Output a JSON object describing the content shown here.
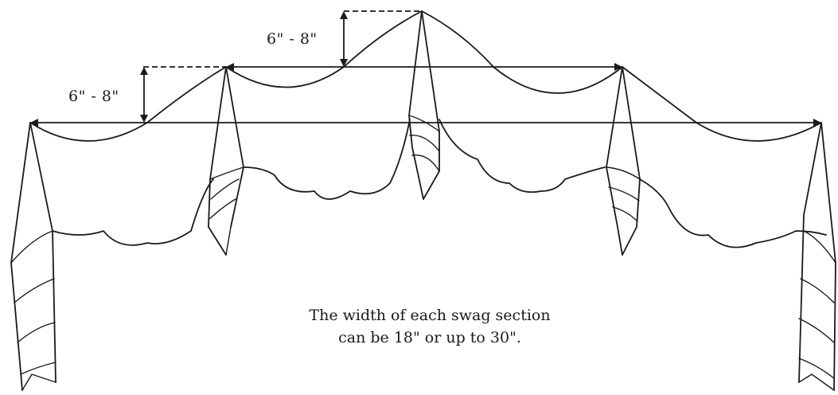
{
  "measurements": {
    "upper_drop": "6\" - 8\"",
    "lower_drop": "6\" - 8\""
  },
  "caption": {
    "line1": "The width of each swag section",
    "line2": "can be 18\" or up to 30\"."
  }
}
